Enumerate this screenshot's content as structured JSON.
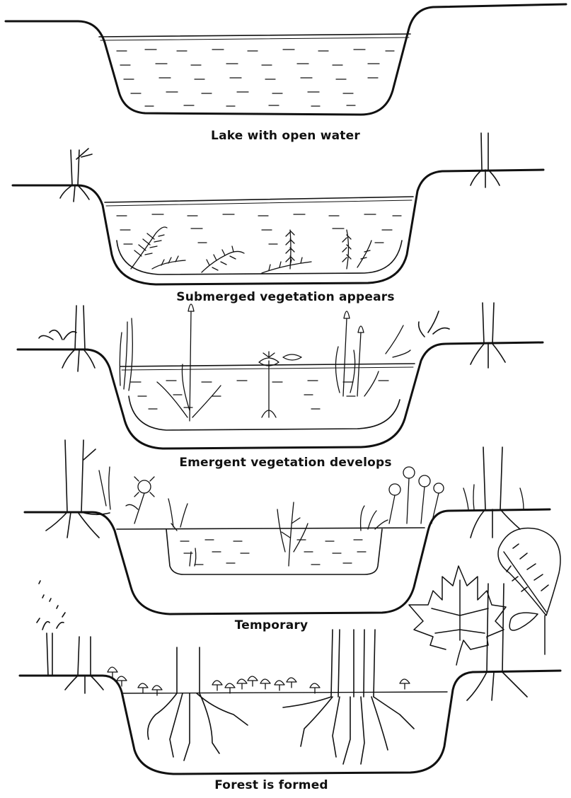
{
  "stages": [
    {
      "caption": "Lake with open water"
    },
    {
      "caption": "Submerged vegetation appears"
    },
    {
      "caption": "Emergent vegetation develops"
    },
    {
      "caption": "Temporary"
    },
    {
      "caption": "Forest is formed"
    }
  ],
  "colors": {
    "ink": "#111111",
    "background": "#ffffff"
  }
}
